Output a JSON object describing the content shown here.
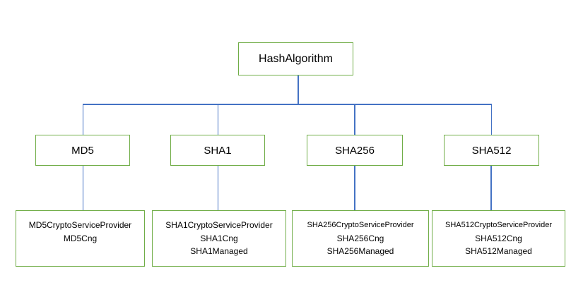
{
  "diagram": {
    "description": "HashAlgorithm class hierarchy diagram",
    "colors": {
      "box_border": "#70AD47",
      "connector": "#4472C4",
      "text": "#000000",
      "background": "#FFFFFF"
    },
    "root": {
      "label": "HashAlgorithm"
    },
    "branches": [
      {
        "label": "MD5",
        "children": [
          "MD5CryptoServiceProvider",
          "MD5Cng"
        ]
      },
      {
        "label": "SHA1",
        "children": [
          "SHA1CryptoServiceProvider",
          "SHA1Cng",
          "SHA1Managed"
        ]
      },
      {
        "label": "SHA256",
        "children": [
          "SHA256CryptoServiceProvider",
          "SHA256Cng",
          "SHA256Managed"
        ]
      },
      {
        "label": "SHA512",
        "children": [
          "SHA512CryptoServiceProvider",
          "SHA512Cng",
          "SHA512Managed"
        ]
      }
    ]
  }
}
